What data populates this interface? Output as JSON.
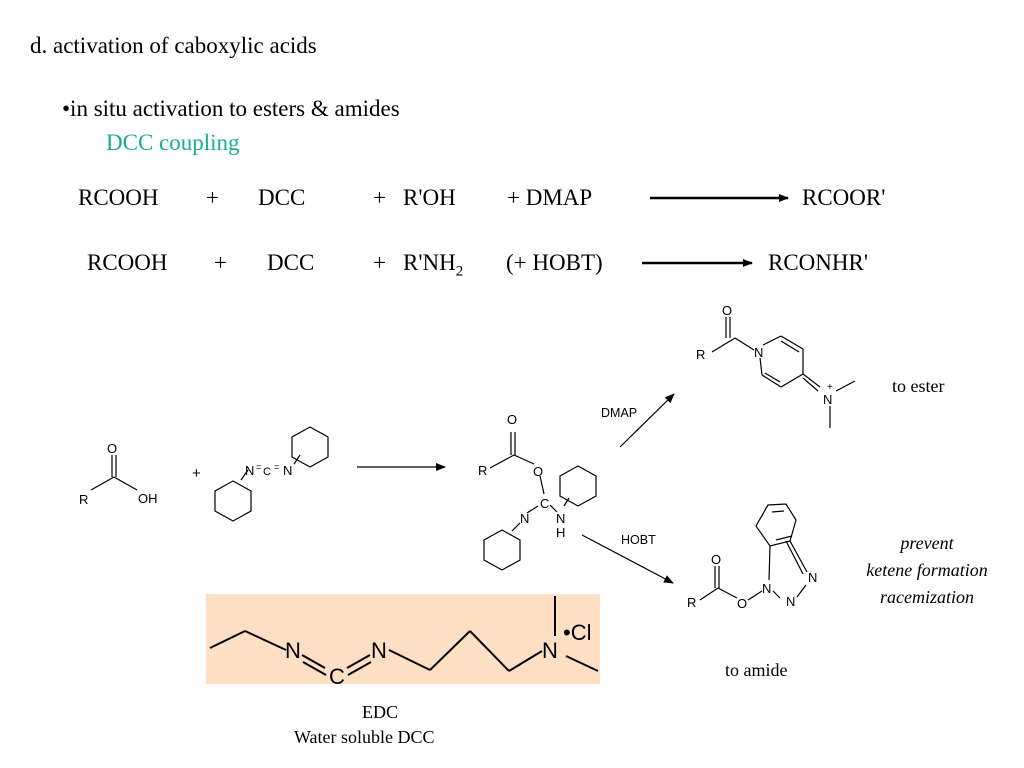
{
  "colors": {
    "accent": "#1aaf8b",
    "edc_box": "#fde0c4",
    "text": "#000000"
  },
  "heading": "d. activation of caboxylic acids",
  "bullet": "•in situ activation to esters & amides",
  "subtitle": "DCC coupling",
  "eq1": {
    "acid": "RCOOH",
    "plus1": "+",
    "reagent": "DCC",
    "plus2": "+",
    "nucleophile": "R'OH",
    "additive": "+ DMAP",
    "product": "RCOOR'"
  },
  "eq2": {
    "acid": "RCOOH",
    "plus1": "+",
    "reagent": "DCC",
    "plus2": "+",
    "nucleophile": "R'NH",
    "nucleophile_sub": "2",
    "additive": "(+ HOBT)",
    "product": "RCONHR'"
  },
  "scheme": {
    "acid_O": "O",
    "acid_R": "R",
    "acid_OH": "OH",
    "plus": "+",
    "dcc_N1": "N",
    "dcc_C": "C",
    "dcc_N2": "N",
    "int_O_top": "O",
    "int_R": "R",
    "int_O_link": "O",
    "int_C": "C",
    "int_N_left": "N",
    "int_N_right": "N",
    "int_H": "H",
    "dmap_label": "DMAP",
    "hobt_label": "HOBT",
    "dmap_O": "O",
    "dmap_R": "R",
    "dmap_N_ring": "N",
    "dmap_N_plus": "N",
    "dmap_charge": "+",
    "hobt_O_top": "O",
    "hobt_R": "R",
    "hobt_O_link": "O",
    "hobt_N1": "N",
    "hobt_N2": "N",
    "hobt_N3": "N"
  },
  "to_ester": "to ester",
  "to_amide": "to amide",
  "note_lines": [
    "prevent",
    "ketene formation",
    "racemization"
  ],
  "edc": {
    "N1": "N",
    "C": "C",
    "N2": "N",
    "N3": "N",
    "salt": "•Cl",
    "name": "EDC",
    "caption": "Water soluble DCC"
  }
}
